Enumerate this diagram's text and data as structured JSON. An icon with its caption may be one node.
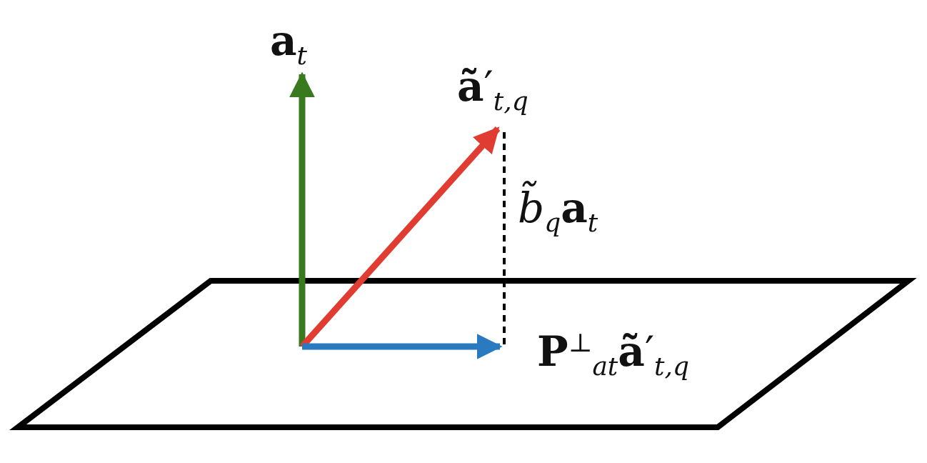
{
  "diagram": {
    "labels": [
      "**a**$_{t}$",
      "**ã**′$_{t,q}$",
      "*b̃*$_{q}$**a**$_{t}$",
      "**P**$^{⊥}$$_{at}$**ã**′$_{t,q}$"
    ]
  }
}
